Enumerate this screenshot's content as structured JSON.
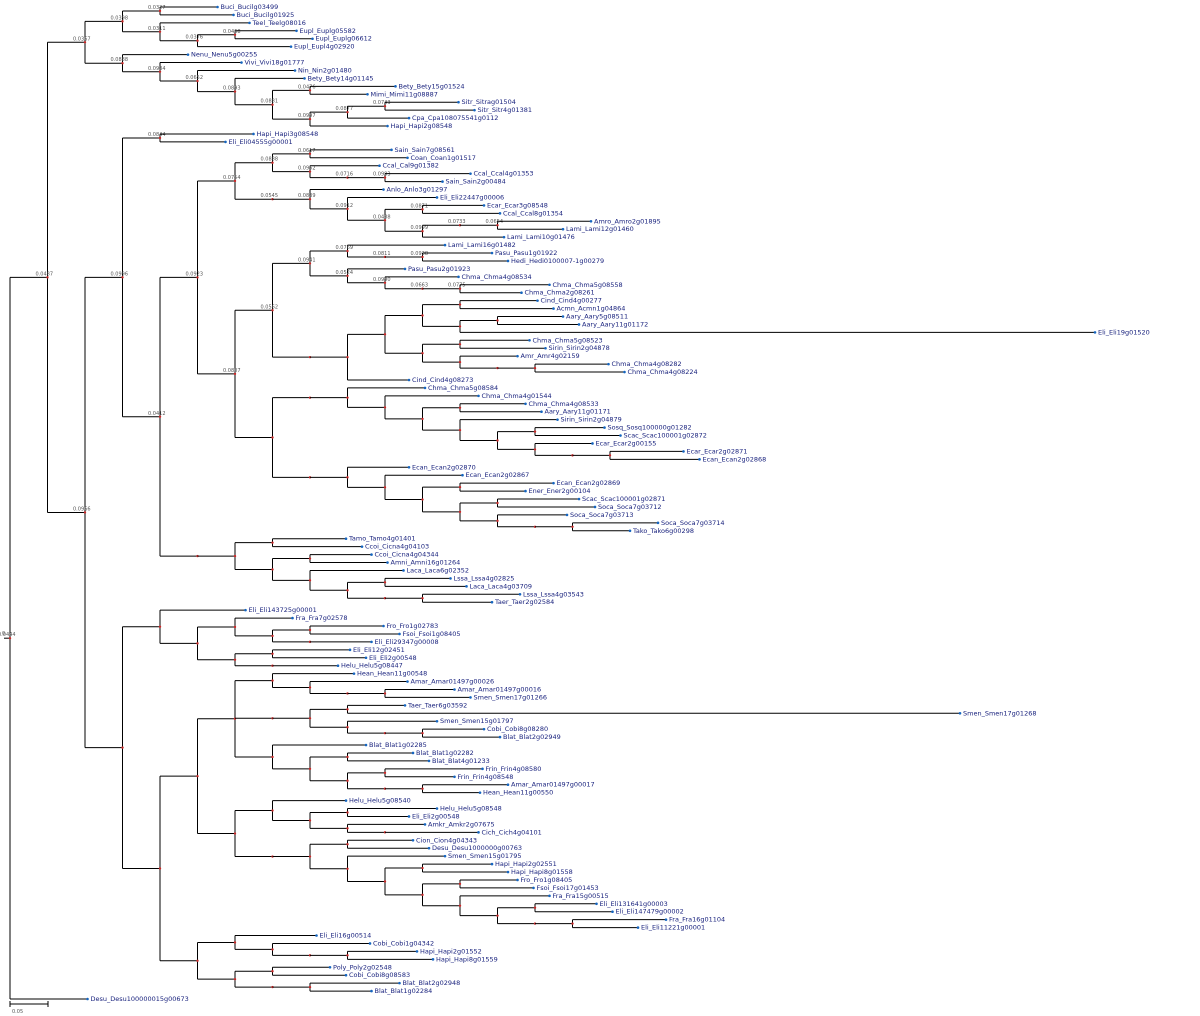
{
  "root_label": "0",
  "scale_label": "0.05",
  "colors": {
    "branch": "#000000",
    "node": "#c62828",
    "tip": "#1565c0",
    "text": "#1a237e",
    "support": "#555555"
  },
  "tips": [
    "Buci_Bucilg03499",
    "Buci_Bucilg01925",
    "Teel_Teelg08016",
    "Eupl_Euplg05582",
    "Eupl_Euplg06612",
    "Eupl_Eupl4g02920",
    "Nenu_Nenu5g00255",
    "Vivi_Vivi18g01777",
    "Nin_Nin2g01480",
    "Bety_Bety14g01145",
    "Bety_Bety15g01524",
    "Mimi_Mimi11g08887",
    "Sitr_Sitrag01504",
    "Sitr_Sitr4g01381",
    "Cpa_Cpa108075541g0112",
    "Hapi_Hapi2g08548",
    "Hapi_Hapi3g08548",
    "Eli_Eli04555g00001",
    "Sain_Sain7g08561",
    "Coan_Coan1g01517",
    "Ccal_Cal9g01382",
    "Ccal_Ccal4g01353",
    "Sain_Sain2g00484",
    "Anlo_Anlo3g01297",
    "Eli_Eli22447g00006",
    "Ecar_Ecar3g08548",
    "Ccal_Ccal8g01354",
    "Amro_Amro2g01895",
    "Lami_Lami12g01460",
    "Lami_Lami10g01476",
    "Lami_Lami16g01482",
    "Pasu_Pasu1g01922",
    "Hedi_Hedi0100007-1g00279",
    "Pasu_Pasu2g01923",
    "Chma_Chma4g08534",
    "Chma_Chma5g08558",
    "Chma_Chma2g08261",
    "Cind_Cind4g00277",
    "Acmn_Acmn1g04864",
    "Aary_Aary5g08511",
    "Aary_Aary11g01172",
    "Eli_Eli19g01520",
    "Chma_Chma5g08523",
    "Sirin_Sirin2g04878",
    "Amr_Amr4g02159",
    "Chma_Chma4g08282",
    "Chma_Chma4g08224",
    "Cind_Cind4g08273",
    "Chma_Chma5g08584",
    "Chma_Chma4g01544",
    "Chma_Chma4g08533",
    "Aary_Aary11g01171",
    "Sirin_Sirin2g04879",
    "Sosq_Sosq100000g01282",
    "Scac_Scac100001g02872",
    "Ecar_Ecar2g00155",
    "Ecar_Ecar2g02871",
    "Ecan_Ecan2g02868",
    "Ecan_Ecan2g02870",
    "Ecan_Ecan2g02867",
    "Ecan_Ecan2g02869",
    "Ener_Ener2g00104",
    "Scac_Scac100001g02871",
    "Soca_Soca7g03712",
    "Soca_Soca7g03713",
    "Soca_Soca7g03714",
    "Tako_Tako6g00298",
    "Tamo_Tamo4g01401",
    "Ccoi_Cicna4g04103",
    "Ccoi_Cicna4g04344",
    "Amni_Amni16g01264",
    "Laca_Laca6g02352",
    "Lssa_Lssa4g02825",
    "Laca_Laca4g03709",
    "Lssa_Lssa4g03543",
    "Taer_Taer2g02584",
    "Eli_Eli143725g00001",
    "Fra_Fra7g02578",
    "Fro_Fro1g02783",
    "Fsoi_Fsoi1g08405",
    "Eli_Eli29347g00008",
    "Eli_Eli12g02451",
    "Eli_Eli2g00548",
    "Helu_Helu5g08447",
    "Hean_Hean11g00548",
    "Amar_Amar01497g00026",
    "Amar_Amar01497g00016",
    "Smen_Smen17g01266",
    "Taer_Taer6g03592",
    "Smen_Smen17g01268",
    "Smen_Smen15g01797",
    "Cobi_Cobi8g08280",
    "Blat_Blat2g02949",
    "Blat_Blat1g02285",
    "Blat_Blat1g02282",
    "Blat_Blat4g01233",
    "Frin_Frin4g08580",
    "Frin_Frin4g08548",
    "Amar_Amar01497g00017",
    "Hean_Hean11g00550",
    "Helu_Helu5g08540",
    "Helu_Helu5g08548",
    "Eli_Eli2g00548",
    "Amkr_Amkr2g07675",
    "Cich_Cich4g04101",
    "Cion_Cion4g04343",
    "Desu_Desu1000000g00763",
    "Smen_Smen15g01795",
    "Hapi_Hapi2g02551",
    "Hapi_Hapi8g01558",
    "Fro_Fro1g08405",
    "Fsoi_Fsoi17g01453",
    "Fra_Fra15g00515",
    "Eli_Eli131641g00003",
    "Eli_Eli147479g00002",
    "Fra_Fra16g01104",
    "Eli_Eli11221g00001",
    "Eli_Eli16g00514",
    "Cobi_Cobi1g04342",
    "Hapi_Hapi2g01552",
    "Hapi_Hapi8g01559",
    "Poly_Poly2g02548",
    "Cobi_Cobi8g08583",
    "Blat_Blat2g02948",
    "Blat_Blat1g02284",
    "Desu_Desu100000015g00673"
  ],
  "supports": [
    "0.0444",
    "0.0487",
    "0.0367",
    "0.0398",
    "0.0327",
    "0.0311",
    "0.0376",
    "0.0468",
    "0.0888",
    "0.0934",
    "0.0652",
    "0.0893",
    "0.0881",
    "0.0476",
    "0.0997",
    "0.0877",
    "0.0743",
    "0.0966",
    "0.0996",
    "0.0844",
    "0.0412",
    "0.0923",
    "0.0754",
    "0.0888",
    "0.0617",
    "0.0952",
    "0.0716",
    "0.0983",
    "0.0545",
    "0.0839",
    "0.0912",
    "0.0488",
    "0.0871",
    "0.0999",
    "0.0733",
    "0.0654",
    "0.0807",
    "0.0562",
    "0.0941",
    "0.0769",
    "0.0811",
    "0.0938",
    "0.0524",
    "0.0990",
    "0.0663",
    "0.0775"
  ]
}
